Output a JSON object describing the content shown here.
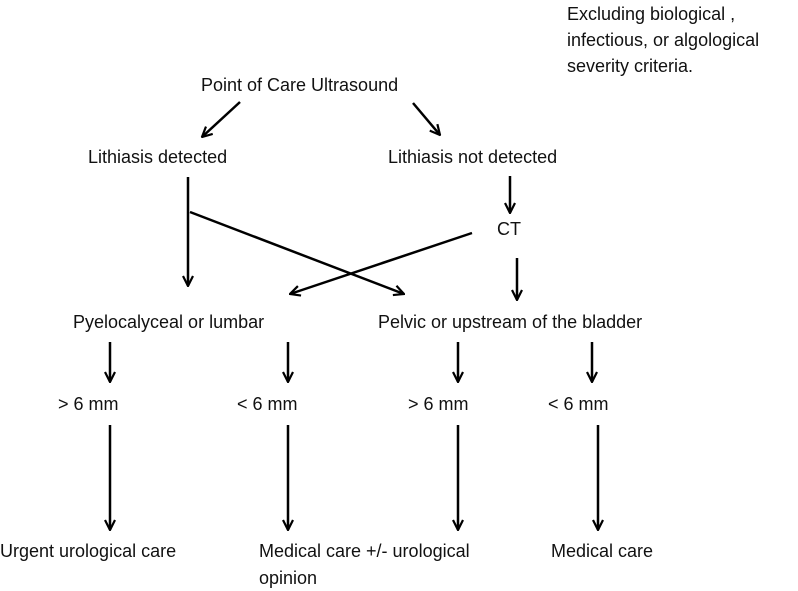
{
  "note": {
    "line1": "Excluding biological ,",
    "line2": "infectious, or algological",
    "line3": "severity criteria."
  },
  "nodes": {
    "root": "Point of Care Ultrasound",
    "detected": "Lithiasis detected",
    "not_detected": "Lithiasis not detected",
    "ct": "CT",
    "pyelocalyceal": "Pyelocalyceal or lumbar",
    "pelvic": "Pelvic or upstream of the bladder",
    "size1": "> 6 mm",
    "size2": "< 6 mm",
    "size3": "> 6 mm",
    "size4": "< 6 mm",
    "outcome1": "Urgent  urological care",
    "outcome2_line1": "Medical care +/- urological",
    "outcome2_line2": "opinion",
    "outcome3": "Medical care"
  }
}
